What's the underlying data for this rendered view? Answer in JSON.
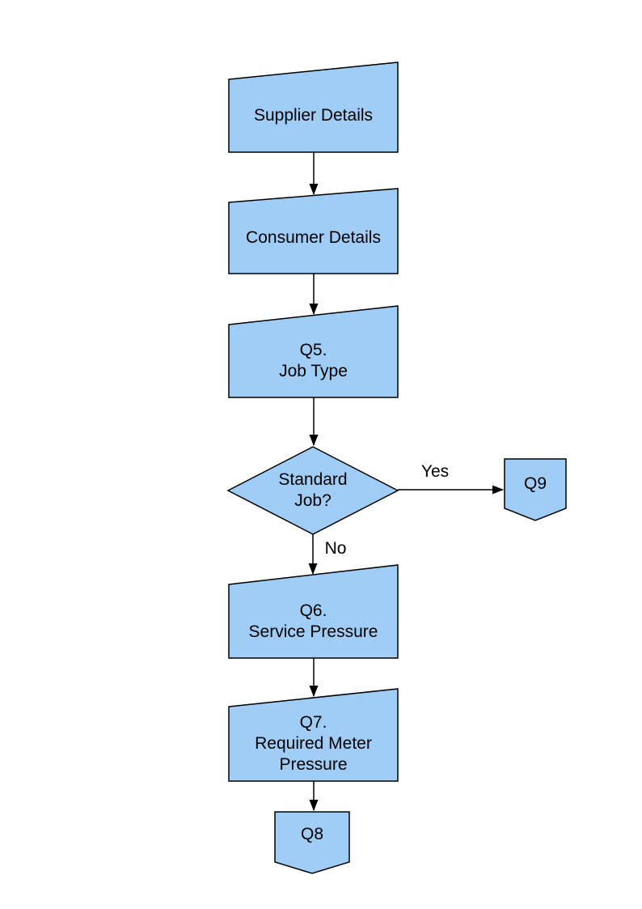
{
  "diagram": {
    "colors": {
      "node_fill": "#A0CDF5",
      "node_stroke": "#000000",
      "connector": "#000000",
      "text": "#000000"
    },
    "nodes": {
      "supplier_details": {
        "label": "Supplier Details",
        "type": "manual-input"
      },
      "consumer_details": {
        "label": "Consumer Details",
        "type": "manual-input"
      },
      "q5_job_type": {
        "label": "Q5.\nJob Type",
        "type": "manual-input"
      },
      "standard_job": {
        "label": "Standard\nJob?",
        "type": "decision"
      },
      "q9": {
        "label": "Q9",
        "type": "off-page-connector"
      },
      "q6_service_pressure": {
        "label": "Q6.\nService Pressure",
        "type": "manual-input"
      },
      "q7_required_meter_pressure": {
        "label": "Q7.\nRequired Meter\nPressure",
        "type": "manual-input"
      },
      "q8": {
        "label": "Q8",
        "type": "off-page-connector"
      }
    },
    "edge_labels": {
      "yes": "Yes",
      "no": "No"
    }
  }
}
